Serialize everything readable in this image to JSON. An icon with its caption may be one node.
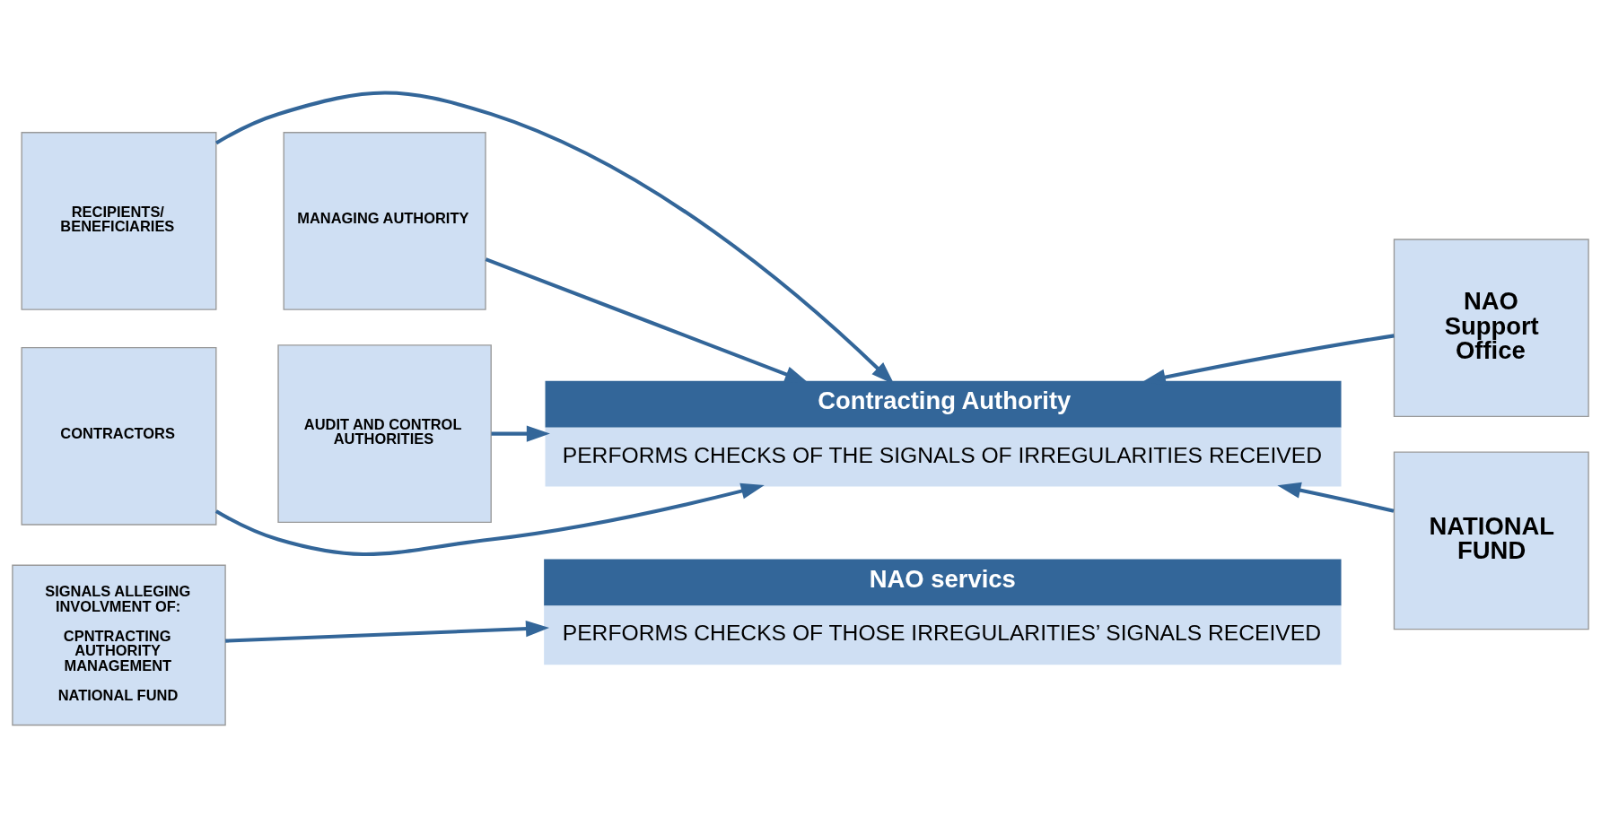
{
  "diagram": {
    "nodes": [
      {
        "text": [
          "RECIPIENTS/ BENEFICIARIES"
        ]
      },
      {
        "text": [
          "MANAGING AUTHORITY"
        ]
      },
      {
        "text": [
          "CONTRACTORS"
        ]
      },
      {
        "text": [
          "AUDIT AND CONTROL AUTHORITIES"
        ]
      },
      {
        "text": [
          "Contracting Authority",
          "PERFORMS CHECKS OF THE SIGNALS OF IRREGULARITIES RECEIVED"
        ]
      },
      {
        "text": [
          "NAO Support Office"
        ]
      },
      {
        "text": [
          "NATIONAL FUND"
        ]
      },
      {
        "text": [
          "SIGNALS ALLEGING INVOLVMENT OF:",
          "CPNTRACTING AUTHORITY MANAGEMENT",
          "NATIONAL FUND"
        ]
      },
      {
        "text": [
          "NAO servics",
          "PERFORMS CHECKS OF THOSE IRREGULARITIES’ SIGNALS RECEIVED"
        ]
      }
    ],
    "edges": [
      {
        "from": 0,
        "to": 4,
        "arrow": "to"
      },
      {
        "from": 1,
        "to": 4,
        "arrow": "to"
      },
      {
        "from": 2,
        "to": 4,
        "arrow": "to"
      },
      {
        "from": 3,
        "to": 4,
        "arrow": "to"
      },
      {
        "from": 5,
        "to": 4,
        "arrow": "to"
      },
      {
        "from": 6,
        "to": 4,
        "arrow": "to"
      },
      {
        "from": 7,
        "to": 8,
        "arrow": "to"
      }
    ]
  }
}
